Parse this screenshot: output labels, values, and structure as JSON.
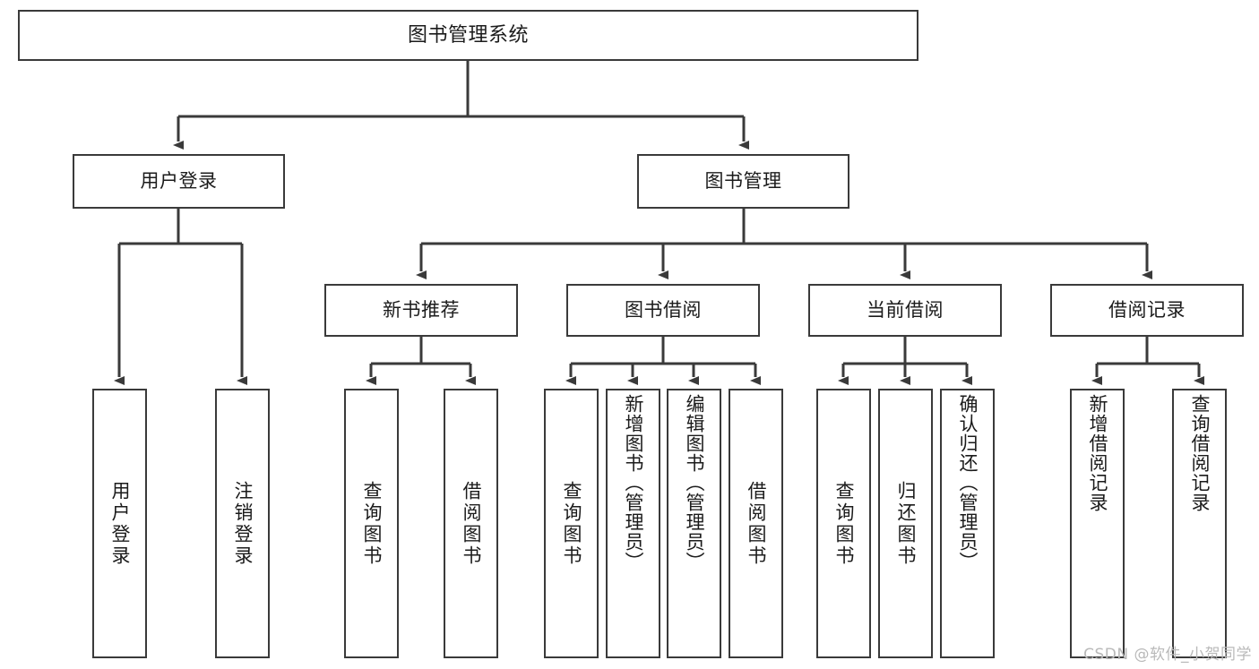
{
  "diagram": {
    "title": "图书管理系统",
    "type": "hierarchy-tree",
    "root": {
      "label": "图书管理系统"
    },
    "level2": [
      {
        "label": "用户登录"
      },
      {
        "label": "图书管理"
      }
    ],
    "level3": [
      {
        "label": "新书推荐"
      },
      {
        "label": "图书借阅"
      },
      {
        "label": "当前借阅"
      },
      {
        "label": "借阅记录"
      }
    ],
    "leaves": {
      "user_login": [
        {
          "label": "用户登录"
        },
        {
          "label": "注销登录"
        }
      ],
      "new_book_recommend": [
        {
          "label": "查询图书"
        },
        {
          "label": "借阅图书"
        }
      ],
      "book_borrow": [
        {
          "label": "查询图书"
        },
        {
          "label": "新增图书（管理员）"
        },
        {
          "label": "编辑图书（管理员）"
        },
        {
          "label": "借阅图书"
        }
      ],
      "current_borrow": [
        {
          "label": "查询图书"
        },
        {
          "label": "归还图书"
        },
        {
          "label": "确认归还（管理员）"
        }
      ],
      "borrow_record": [
        {
          "label": "新增借阅记录"
        },
        {
          "label": "查询借阅记录"
        }
      ]
    }
  },
  "watermark": {
    "text": "CSDN @软件_小贺同学"
  },
  "colors": {
    "box_border": "#3a3a3a",
    "box_fill": "#ffffff",
    "connector": "#3a3a3a",
    "text": "#1b1b1b",
    "watermark": "#b9b9b9"
  }
}
